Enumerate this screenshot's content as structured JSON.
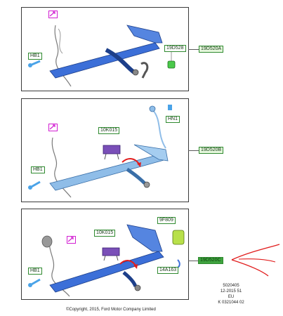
{
  "panel_1": {
    "callouts": {
      "a": "19D528",
      "b": "HB1"
    },
    "side_label": "19D520A"
  },
  "panel_2": {
    "callouts": {
      "a": "HN1",
      "b": "10K015",
      "c": "HB1"
    },
    "side_label": "19D520B"
  },
  "panel_3": {
    "callouts": {
      "a": "9F809",
      "b": "10K015",
      "c": "HB1",
      "d": "14A163"
    },
    "side_label": "19D520C"
  },
  "footer": {
    "code_1": "5020405",
    "code_2": "12-2015 51",
    "code_3": "EU",
    "code_4": "K 0321044 02",
    "copyright": "©Copyright, 2015, Ford Motor Company Limited"
  },
  "colors": {
    "part_blue": "#3c6fd8",
    "part_light_blue": "#8fbde8",
    "note_magenta": "#d21fd2",
    "label_green": "#3fa33f",
    "arrow_red": "#e11d1d",
    "module_purple": "#7a4fb8",
    "connector_green": "#4ac94a"
  }
}
